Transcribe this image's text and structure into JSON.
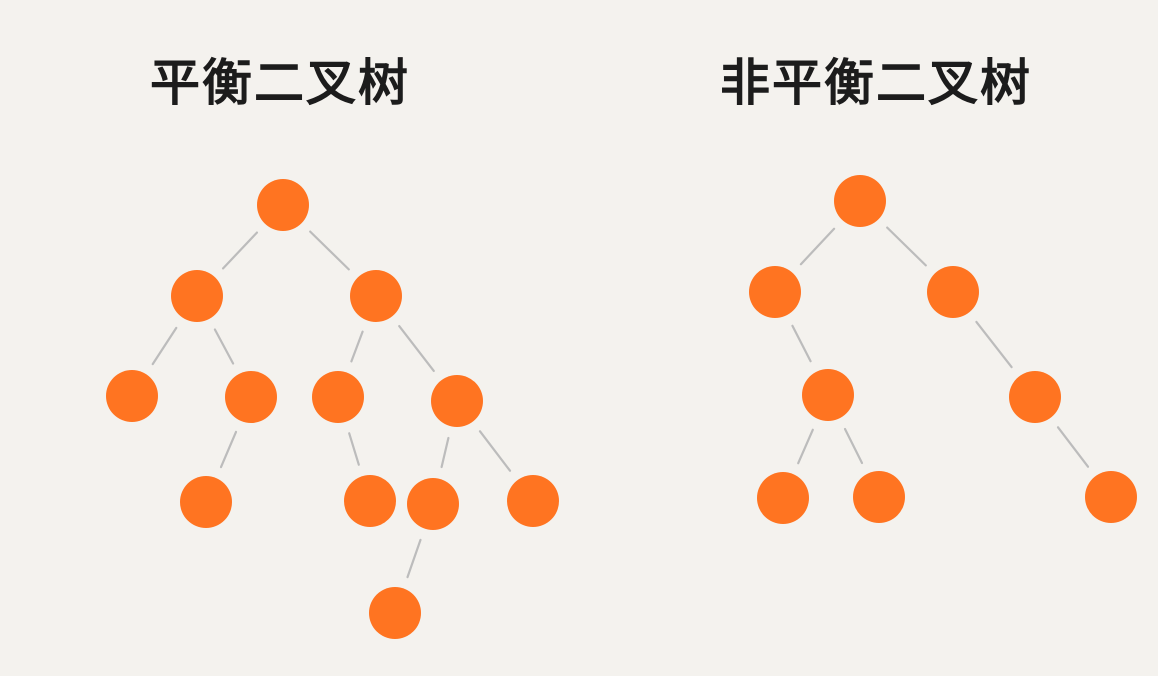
{
  "diagrams": [
    {
      "id": "balanced",
      "title": "平衡二叉树",
      "node_color": "#ff7421",
      "edge_color": "#bcbcbc",
      "nodes": [
        "n1",
        "n2",
        "n3",
        "n4",
        "n5",
        "n6",
        "n7",
        "n8",
        "n9",
        "n10",
        "n11",
        "n12"
      ],
      "edges": [
        [
          "n1",
          "n2"
        ],
        [
          "n1",
          "n3"
        ],
        [
          "n2",
          "n4"
        ],
        [
          "n2",
          "n5"
        ],
        [
          "n5",
          "n8"
        ],
        [
          "n3",
          "n6"
        ],
        [
          "n3",
          "n7"
        ],
        [
          "n6",
          "n9"
        ],
        [
          "n7",
          "n10"
        ],
        [
          "n7",
          "n11"
        ],
        [
          "n10",
          "n12"
        ]
      ]
    },
    {
      "id": "unbalanced",
      "title": "非平衡二叉树",
      "node_color": "#ff7421",
      "edge_color": "#bcbcbc",
      "nodes": [
        "m1",
        "m2",
        "m3",
        "m4",
        "m5",
        "m6",
        "m7",
        "m8"
      ],
      "edges": [
        [
          "m1",
          "m2"
        ],
        [
          "m1",
          "m3"
        ],
        [
          "m2",
          "m4"
        ],
        [
          "m4",
          "m6"
        ],
        [
          "m4",
          "m7"
        ],
        [
          "m3",
          "m5"
        ],
        [
          "m5",
          "m8"
        ]
      ]
    }
  ]
}
